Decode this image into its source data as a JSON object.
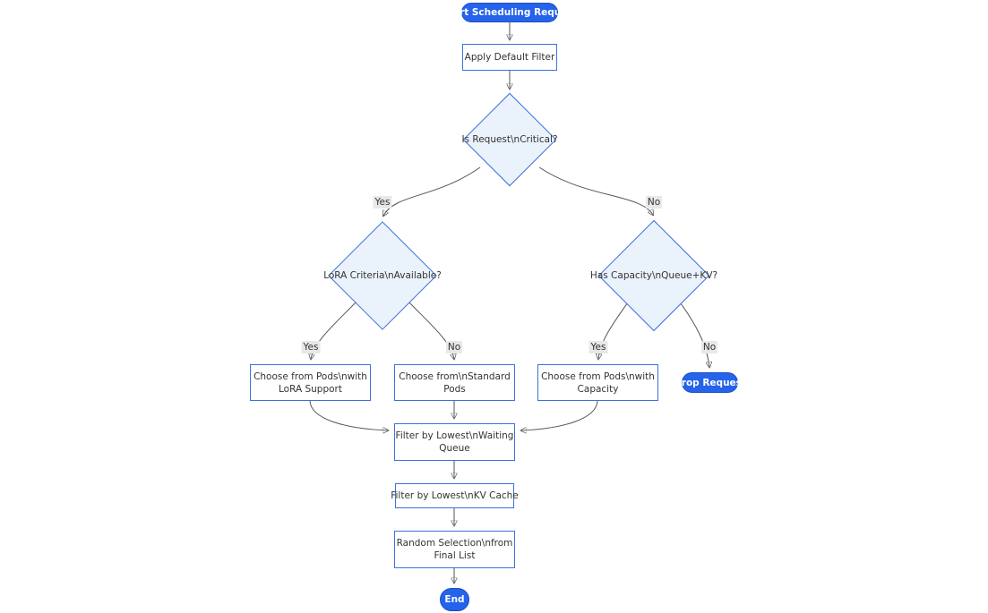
{
  "colors": {
    "accent": "#2563eb",
    "node_border": "#3e70dd",
    "diamond_fill": "#eaf2fc",
    "edge": "#555555",
    "edge_label_bg": "#e8e8e8",
    "text": "#333333"
  },
  "nodes": {
    "start": {
      "label": "Start Scheduling Request"
    },
    "apply_filter": {
      "label": "Apply Default Filter"
    },
    "is_critical": {
      "label": "Is Request\\nCritical?"
    },
    "lora_available": {
      "label": "LoRA Criteria\\nAvailable?"
    },
    "has_capacity": {
      "label": "Has Capacity\\nQueue+KV?"
    },
    "choose_lora": {
      "line1": "Choose from Pods\\nwith",
      "line2": "LoRA Support"
    },
    "choose_standard": {
      "line1": "Choose from\\nStandard",
      "line2": "Pods"
    },
    "choose_capacity": {
      "line1": "Choose from Pods\\nwith",
      "line2": "Capacity"
    },
    "drop_request": {
      "label": "Drop Request"
    },
    "filter_queue": {
      "line1": "Filter by Lowest\\nWaiting",
      "line2": "Queue"
    },
    "filter_kv": {
      "label": "Filter by Lowest\\nKV Cache"
    },
    "random_selection": {
      "line1": "Random Selection\\nfrom",
      "line2": "Final List"
    },
    "end": {
      "label": "End"
    }
  },
  "edge_labels": {
    "yes": "Yes",
    "no": "No"
  }
}
